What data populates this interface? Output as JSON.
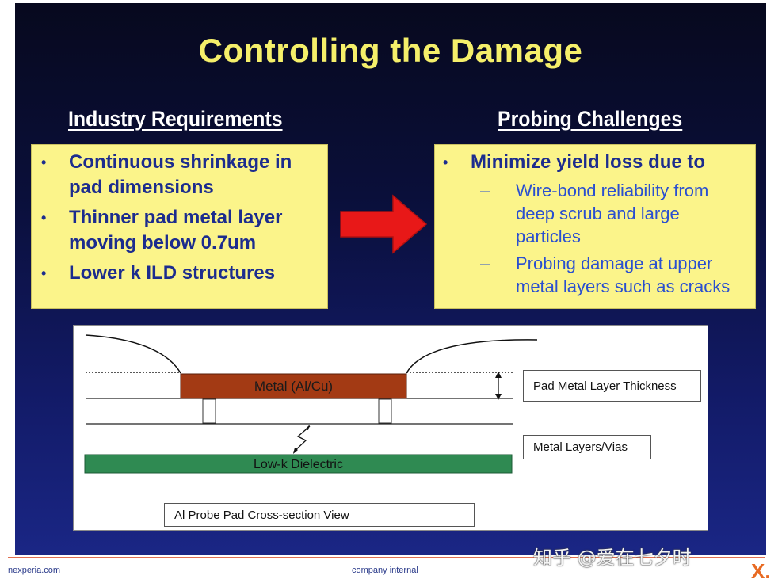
{
  "slide": {
    "title": "Controlling the Damage",
    "left": {
      "heading": "Industry Requirements",
      "bullets": [
        {
          "l1": "Continuous shrinkage in",
          "l2": "pad dimensions"
        },
        {
          "l1": "Thinner pad metal layer",
          "l2": "moving below 0.7um"
        },
        {
          "l1": "Lower k ILD structures",
          "l2": ""
        }
      ]
    },
    "right": {
      "heading": "Probing Challenges",
      "bullet": "Minimize yield loss due to",
      "subs": [
        {
          "l1": "Wire-bond reliability from",
          "l2": "deep scrub and large",
          "l3": "particles"
        },
        {
          "l1": "Probing damage at upper",
          "l2": "metal layers such as cracks"
        }
      ],
      "bullet_char": "•",
      "dash_char": "–"
    }
  },
  "diagram": {
    "metal_label": "Metal (Al/Cu)",
    "dielectric_label": "Low-k Dielectric",
    "thickness_label": "Pad Metal Layer Thickness",
    "vias_label": "Metal Layers/Vias",
    "caption": "Al Probe Pad Cross-section View"
  },
  "colors": {
    "title": "#f5ef6a",
    "box_fill": "#fbf48a",
    "bullet_text": "#1c2c8e",
    "sub_text": "#2a4fd0",
    "metal": "#a33a14",
    "dielectric": "#2f8a52",
    "arrow": "#e81818"
  },
  "footer": {
    "left": "nexperia.com",
    "center": "company internal",
    "watermark": "知乎 @爱在七夕时",
    "logo": "X."
  }
}
